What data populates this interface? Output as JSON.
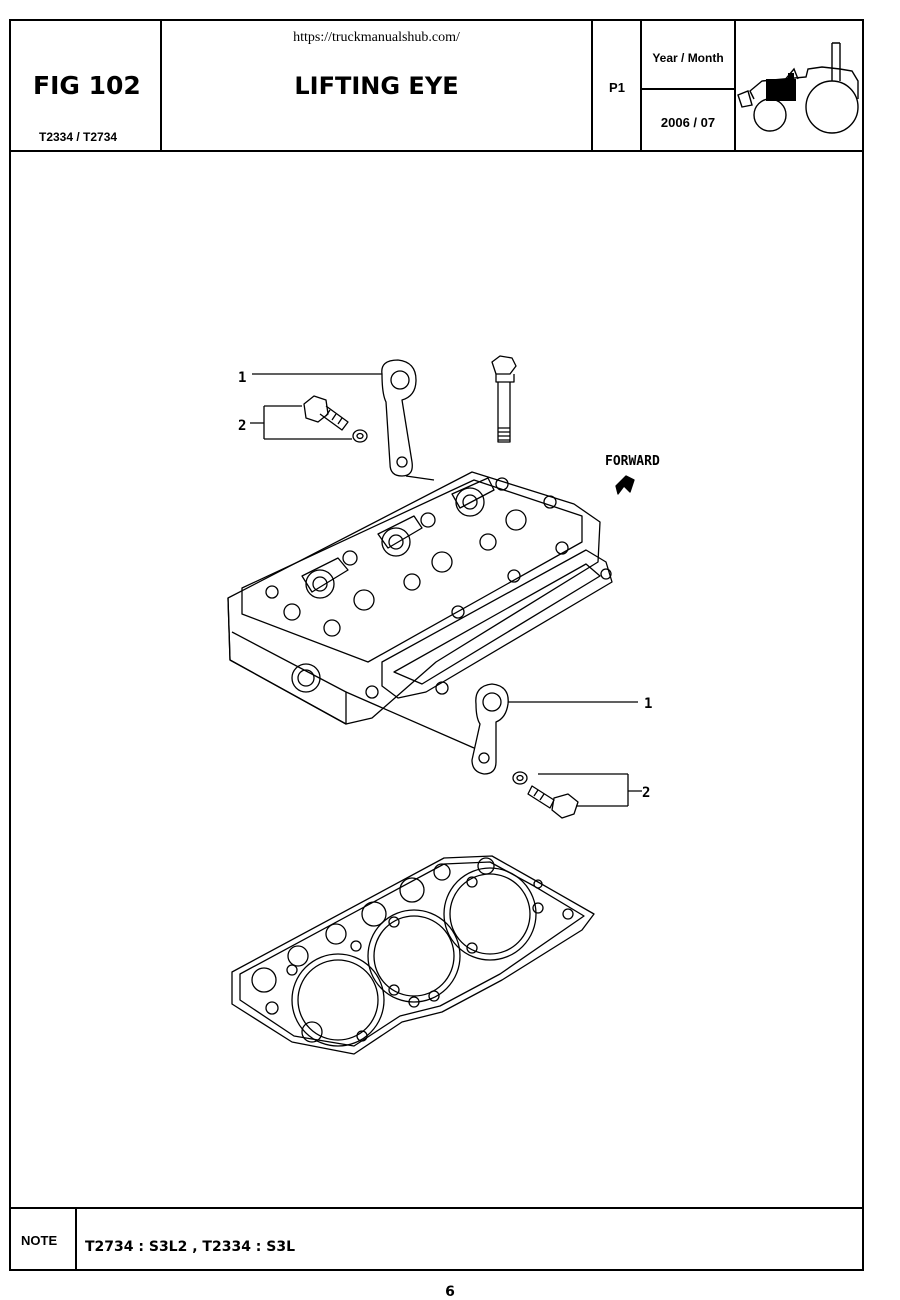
{
  "header": {
    "fig_number": "FIG 102",
    "models": "T2334 / T2734",
    "source_url": "https://truckmanualshub.com/",
    "title": "LIFTING EYE",
    "page_code": "P1",
    "year_month_label": "Year / Month",
    "year_month_value": "2006 / 07",
    "tractor_logo": "tractor-icon"
  },
  "diagram": {
    "callouts": [
      "1",
      "2",
      "1",
      "2"
    ],
    "forward_label": "FORWARD",
    "forward_icon": "arrow-icon",
    "parts": [
      "lifting-eye",
      "bolt",
      "washer",
      "cylinder-head",
      "head-gasket",
      "head-bolt"
    ]
  },
  "note": {
    "label": "NOTE",
    "text": "T2734 : S3L2 , T2334 : S3L"
  },
  "footer": {
    "page_number": "6"
  }
}
